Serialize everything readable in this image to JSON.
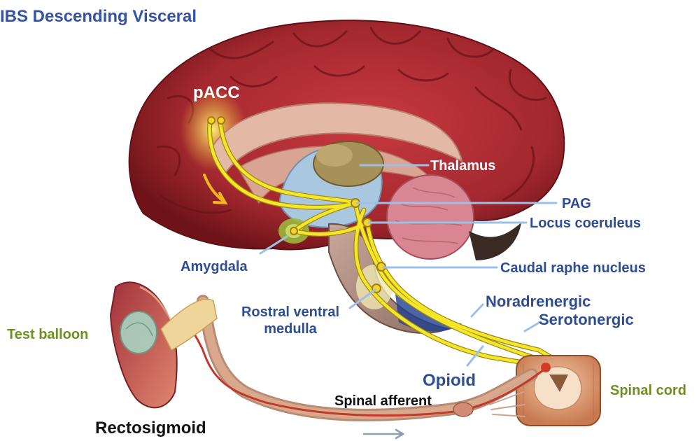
{
  "title": "IBS Descending Visceral",
  "labels": {
    "pacc": "pACC",
    "thalamus": "Thalamus",
    "pag": "PAG",
    "locus_coeruleus": "Locus coeruleus",
    "amygdala": "Amygdala",
    "caudal_raphe_nucleus": "Caudal raphe nucleus",
    "rostral_ventral_medulla_line1": "Rostral ventral",
    "rostral_ventral_medulla_line2": "medulla",
    "noradrenergic": "Noradrenergic",
    "serotonergic": "Serotonergic",
    "opioid": "Opioid",
    "test_balloon": "Test balloon",
    "spinal_cord": "Spinal cord",
    "spinal_afferent": "Spinal afferent",
    "rectosigmoid": "Rectosigmoid"
  },
  "colors": {
    "title": "#3553a6",
    "label_blue": "#2e4d93",
    "label_green": "#6e8f1f",
    "brain_cortex": "#a3282f",
    "pathway_yellow": "#f5e62a",
    "afferent_red": "#c0392b"
  }
}
